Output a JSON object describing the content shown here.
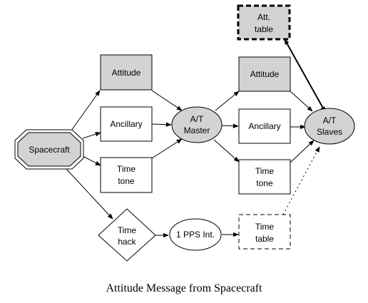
{
  "nodes": {
    "spacecraft": [
      "Spacecraft"
    ],
    "attitude_left": [
      "Attitude"
    ],
    "ancillary_left": [
      "Ancillary"
    ],
    "time_tone_left": [
      "Time",
      "tone"
    ],
    "at_master": [
      "A/T",
      "Master"
    ],
    "attitude_right": [
      "Attitude"
    ],
    "ancillary_right": [
      "Ancillary"
    ],
    "time_tone_right": [
      "Time",
      "tone"
    ],
    "at_slaves": [
      "A/T",
      "Slaves"
    ],
    "att_table": [
      "Att.",
      "table"
    ],
    "time_hack": [
      "Time",
      "hack"
    ],
    "pps_int": [
      "1 PPS Int."
    ],
    "time_table": [
      "Time",
      "table"
    ]
  },
  "caption": "Attitude Message from Spacecraft",
  "colors": {
    "node_fill_gray": "#d3d3d3",
    "stroke": "#000000"
  }
}
